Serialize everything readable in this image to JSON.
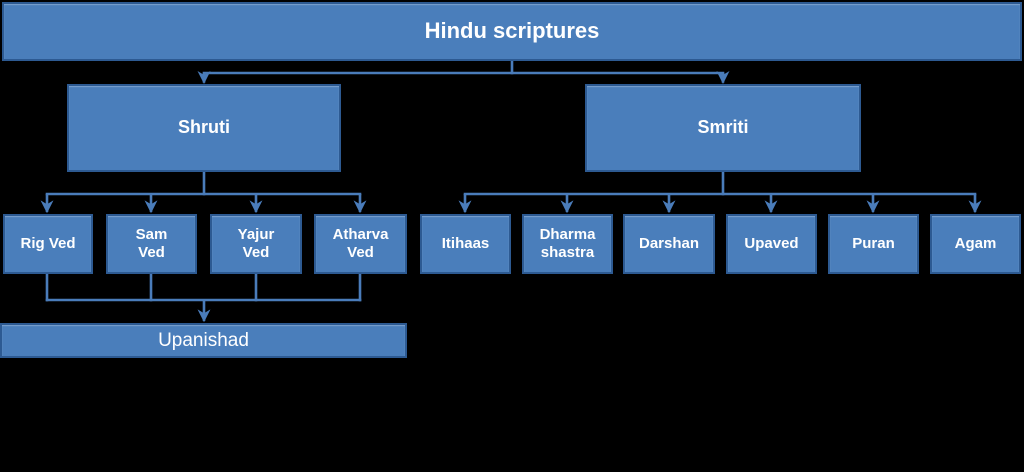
{
  "colors": {
    "background": "#000000",
    "box_fill": "#4a7ebb",
    "box_border": "#2d5a92",
    "connector": "#4a7cba",
    "text": "#ffffff"
  },
  "diagram": {
    "type": "hierarchy-flowchart",
    "root": {
      "label": "Hindu scriptures"
    },
    "branches": [
      {
        "label": "Shruti",
        "children": [
          {
            "label": "Rig Ved"
          },
          {
            "label": "Sam\nVed"
          },
          {
            "label": "Yajur\nVed"
          },
          {
            "label": "Atharva\nVed"
          }
        ]
      },
      {
        "label": "Smriti",
        "children": [
          {
            "label": "Itihaas"
          },
          {
            "label": "Dharma\nshastra"
          },
          {
            "label": "Darshan"
          },
          {
            "label": "Upaved"
          },
          {
            "label": "Puran"
          },
          {
            "label": "Agam"
          }
        ]
      }
    ],
    "merge_node": {
      "label": "Upanishad"
    }
  }
}
